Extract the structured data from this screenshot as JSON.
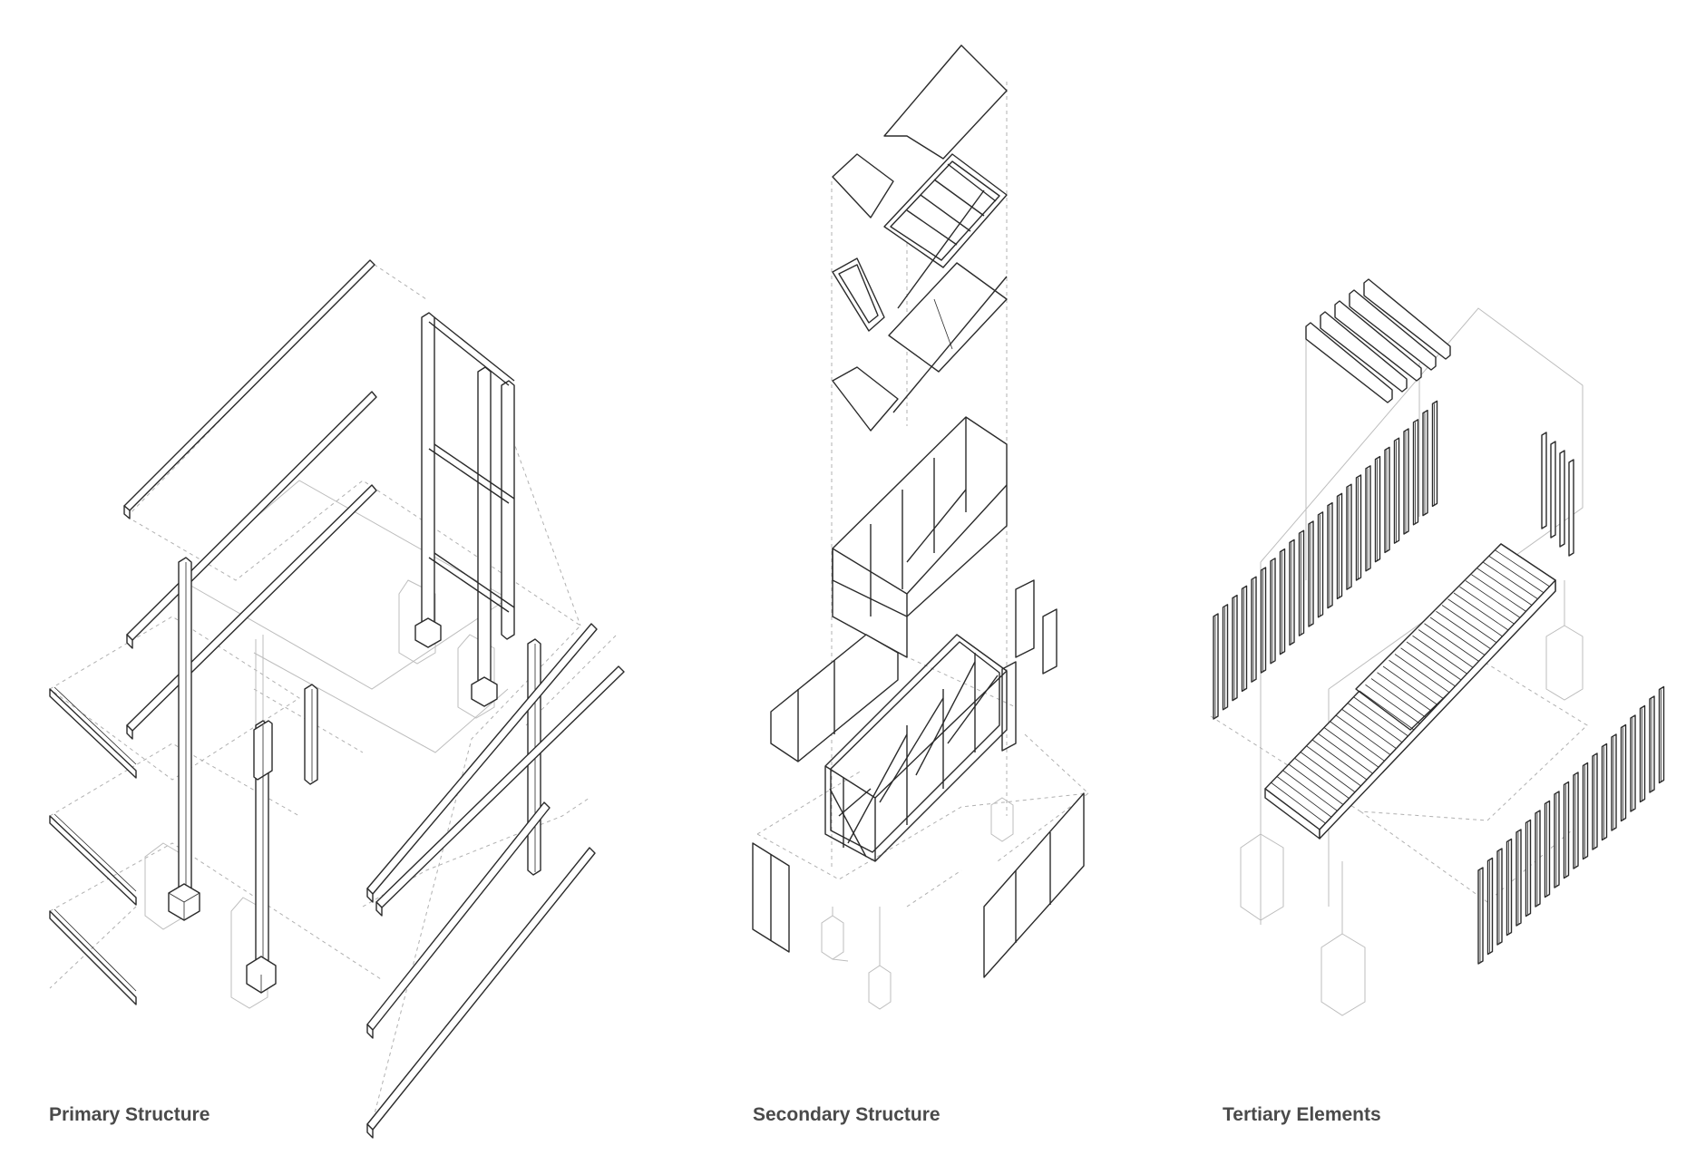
{
  "panels": [
    {
      "id": "primary",
      "caption": "Primary Structure"
    },
    {
      "id": "secondary",
      "caption": "Secondary Structure"
    },
    {
      "id": "tertiary",
      "caption": "Tertiary Elements"
    }
  ],
  "colors": {
    "line": "#2b2b2b",
    "guide": "#bdbdbd",
    "caption": "#4a4a4a",
    "background": "#ffffff"
  }
}
